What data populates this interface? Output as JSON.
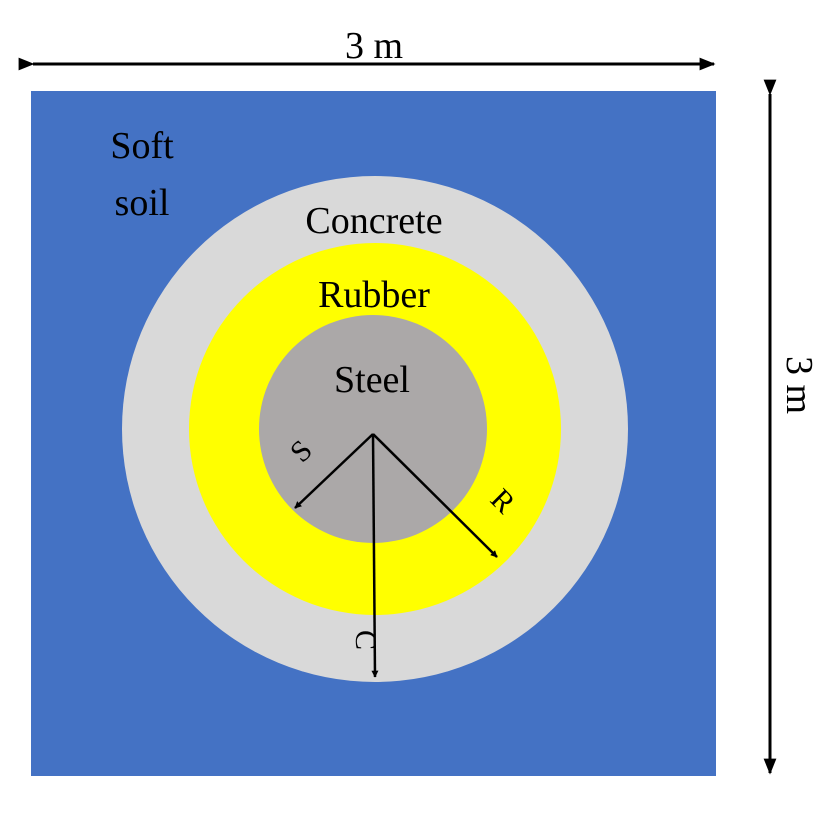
{
  "dimensions": {
    "width_label": "3 m",
    "height_label": "3 m"
  },
  "layers": {
    "soil": {
      "label_line1": "Soft",
      "label_line2": "soil"
    },
    "concrete": {
      "label": "Concrete"
    },
    "rubber": {
      "label": "Rubber"
    },
    "steel": {
      "label": "Steel"
    }
  },
  "radii": {
    "steel": "S",
    "rubber": "R",
    "concrete": "C"
  },
  "colors": {
    "soil": "#4472C4",
    "concrete": "#D9D9D9",
    "rubber": "#FFFF00",
    "steel": "#ABA8A8",
    "arrows": "#000000"
  }
}
